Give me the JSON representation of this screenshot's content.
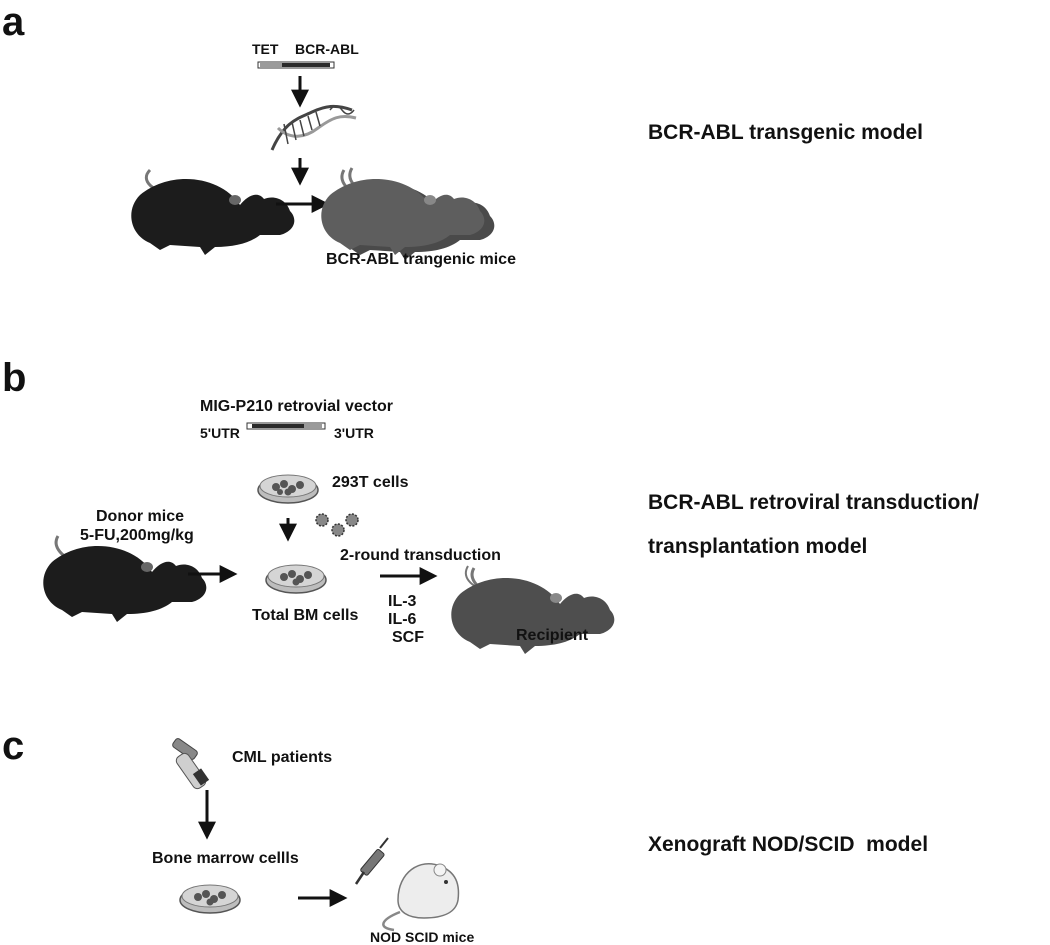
{
  "panel_a": {
    "letter": "a",
    "tet_label": "TET",
    "bcr_abl_label": "BCR-ABL",
    "mice_label": "BCR-ABL trangenic mice",
    "model_title": "BCR-ABL transgenic model"
  },
  "panel_b": {
    "letter": "b",
    "vector_label": "MIG-P210 retrovial vector",
    "utr5_label": "5'UTR",
    "utr3_label": "3'UTR",
    "cells_293t_label": "293T cells",
    "donor_label": "Donor mice",
    "dose_label": "5-FU,200mg/kg",
    "transduction_label": "2-round transduction",
    "bm_cells_label": "Total BM cells",
    "cytokines": [
      "IL-3",
      "IL-6",
      "SCF"
    ],
    "recipient_label": "Recipient",
    "model_title_line1": "BCR-ABL retroviral transduction/",
    "model_title_line2": "transplantation model"
  },
  "panel_c": {
    "letter": "c",
    "patients_label": "CML patients",
    "bone_marrow_label": "Bone marrow cellls",
    "mice_label": "NOD SCID mice",
    "model_title": "Xenograft NOD/SCID  model"
  },
  "colors": {
    "mouse_black": "#1c1c1c",
    "mouse_gray": "#5a5a5a",
    "dish_gray": "#9a9a9a",
    "cell_dark": "#555555"
  }
}
